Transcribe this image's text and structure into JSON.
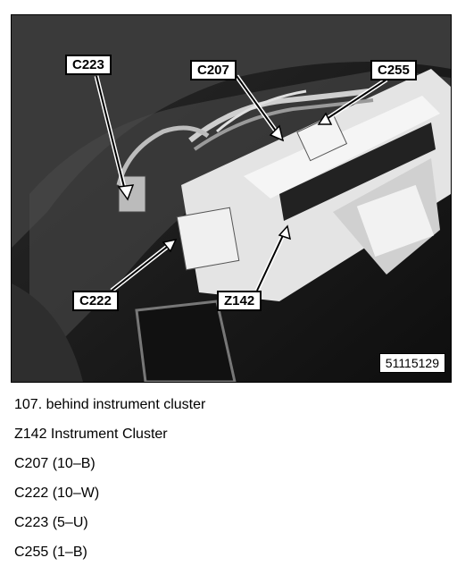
{
  "figure": {
    "callouts": {
      "c223": "C223",
      "c207": "C207",
      "c255": "C255",
      "c222": "C222",
      "z142": "Z142"
    },
    "figure_id": "51115129"
  },
  "caption": {
    "lines": [
      "107. behind instrument cluster",
      "Z142 Instrument Cluster",
      "C207 (10–B)",
      "C222 (10–W)",
      "C223 (5–U)",
      "C255 (1–B)"
    ]
  }
}
